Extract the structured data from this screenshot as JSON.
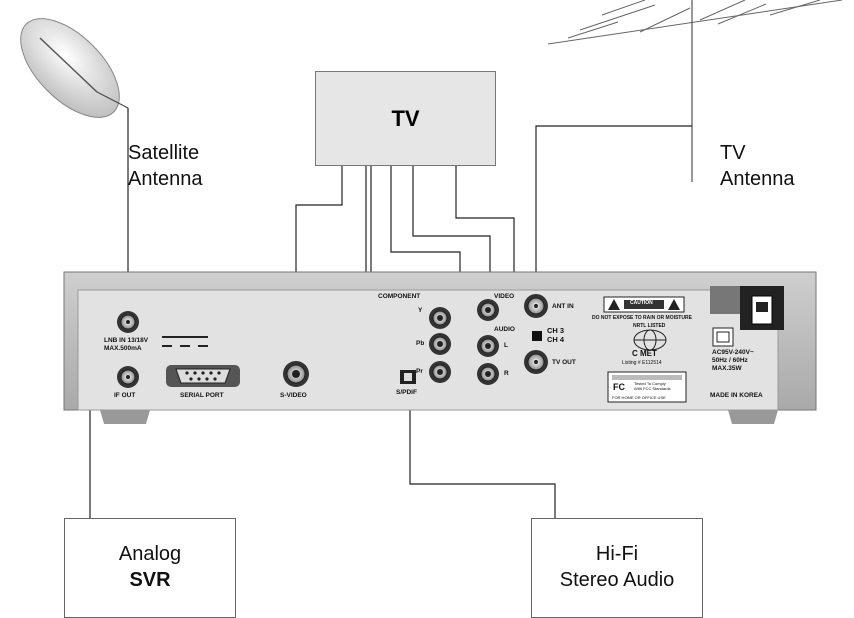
{
  "devices": {
    "tv": "TV",
    "satellite_antenna": [
      "Satellite",
      "Antenna"
    ],
    "tv_antenna": [
      "TV",
      "Antenna"
    ],
    "analog_svr": [
      "Analog",
      "SVR"
    ],
    "hifi_audio": [
      "Hi-Fi",
      "Stereo Audio"
    ]
  },
  "panel": {
    "lnb_in": [
      "LNB IN 13/18V",
      "MAX.500mA"
    ],
    "if_out": "IF OUT",
    "serial_port": "SERIAL PORT",
    "s_video": "S-VIDEO",
    "component": "COMPONENT",
    "y": "Y",
    "pb": "Pb",
    "pr": "Pr",
    "spdif": "S/PDIF",
    "video": "VIDEO",
    "audio": "AUDIO",
    "l": "L",
    "r": "R",
    "ant_in": "ANT IN",
    "tv_out": "TV OUT",
    "ch3": "CH 3",
    "ch4": "CH 4",
    "caution": "CAUTION",
    "no_rain": "DO NOT EXPOSE TO RAIN OR MOISTURE",
    "nrtl": "NRTL LISTED",
    "c_met": "C MET",
    "listing": "Listing # E112514",
    "fc_tested": [
      "Tested To Comply",
      "With FCC Standards"
    ],
    "fc_home": "FOR HOME OR OFFICE USE",
    "power": [
      "AC95V-240V~",
      "50Hz / 60Hz",
      "MAX.35W"
    ],
    "made_in": "MADE IN KOREA"
  }
}
